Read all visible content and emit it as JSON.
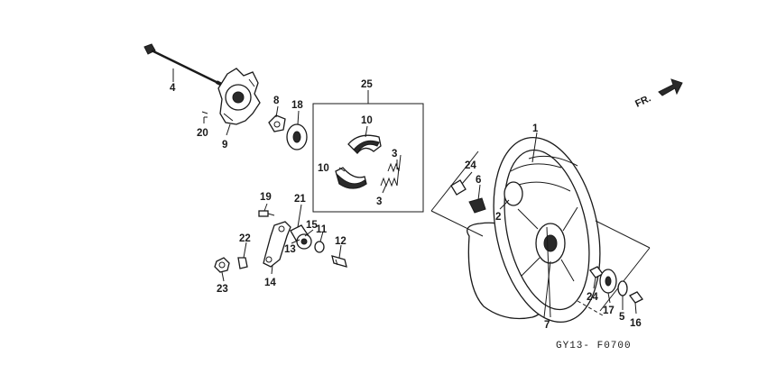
{
  "diagram": {
    "code": "GY13- F0700",
    "direction_label": "FR.",
    "callouts": {
      "c1": "1",
      "c2": "2",
      "c3a": "3",
      "c3b": "3",
      "c4": "4",
      "c5": "5",
      "c6": "6",
      "c7": "7",
      "c8": "8",
      "c9": "9",
      "c10a": "10",
      "c10b": "10",
      "c11": "11",
      "c12": "12",
      "c13": "13",
      "c14": "14",
      "c15": "15",
      "c16": "16",
      "c17": "17",
      "c18": "18",
      "c19": "19",
      "c20": "20",
      "c21": "21",
      "c22": "22",
      "c23": "23",
      "c24a": "24",
      "c24b": "24",
      "c25": "25"
    }
  }
}
